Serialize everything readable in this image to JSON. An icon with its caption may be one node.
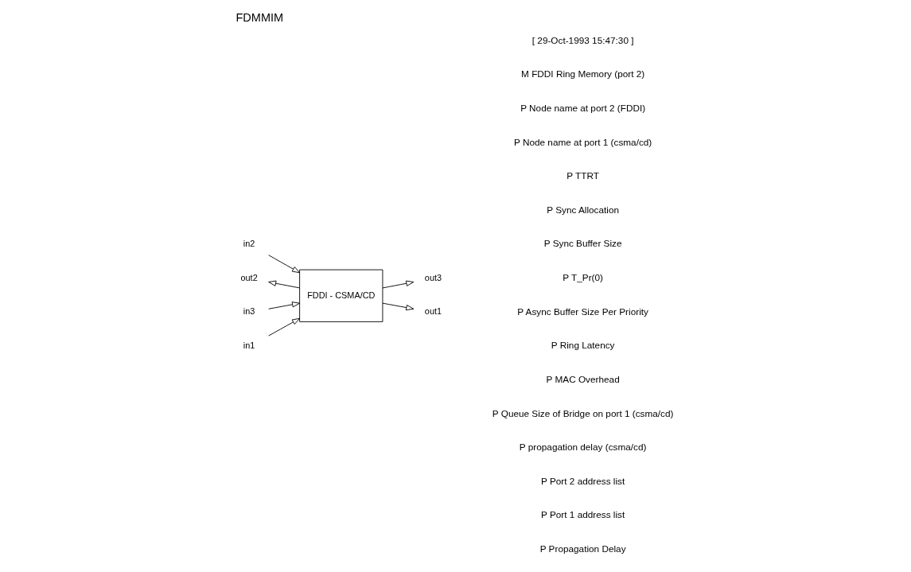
{
  "diagram": {
    "title": "FDMMIM",
    "nodes": [
      {
        "text": [
          "FDDI - CSMA/CD"
        ]
      },
      {
        "text": [
          "in2"
        ]
      },
      {
        "text": [
          "out2"
        ]
      },
      {
        "text": [
          "out3"
        ]
      },
      {
        "text": [
          "in3"
        ]
      },
      {
        "text": [
          "out1"
        ]
      },
      {
        "text": [
          "in1"
        ]
      }
    ],
    "edges": [
      {
        "from": 1,
        "to": 0,
        "arrow": "to"
      },
      {
        "from": 0,
        "to": 2,
        "arrow": "to"
      },
      {
        "from": 0,
        "to": 3,
        "arrow": "to"
      },
      {
        "from": 4,
        "to": 0,
        "arrow": "to"
      },
      {
        "from": 0,
        "to": 5,
        "arrow": "to"
      },
      {
        "from": 6,
        "to": 0,
        "arrow": "to"
      }
    ],
    "labels": [
      "[ 29-Oct-1993 15:47:30 ]",
      "M FDDI Ring Memory (port 2)",
      "P Node name at port 2 (FDDI)",
      "P Node name at port 1 (csma/cd)",
      "P TTRT",
      "P Sync Allocation",
      "P Sync Buffer Size",
      "P T_Pr(0)",
      "P Async Buffer Size Per Priority",
      "P Ring Latency",
      "P MAC Overhead",
      "P Queue Size of Bridge on port 1 (csma/cd)",
      "P propagation delay (csma/cd)",
      "P Port 2 address list",
      "P Port 1 address list",
      "P Propagation Delay"
    ]
  }
}
